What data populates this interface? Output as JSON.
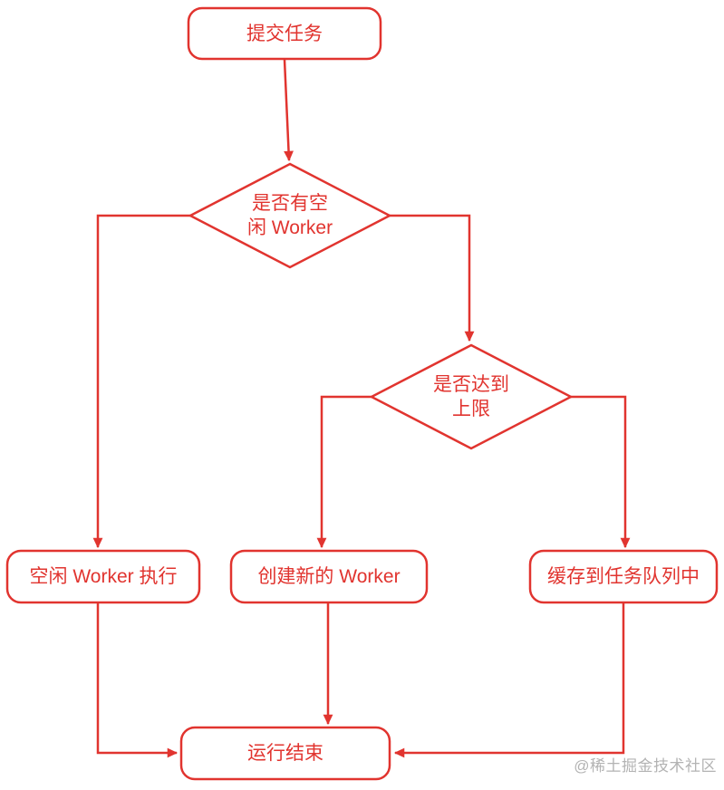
{
  "colors": {
    "accent": "#e1342f",
    "watermark": "#b3b3b3",
    "background": "#ffffff"
  },
  "diagram": {
    "type": "flowchart",
    "nodes": {
      "submit": {
        "label": "提交任务",
        "shape": "rounded-rect"
      },
      "idle_decision": {
        "line1": "是否有空",
        "line2": "闲 Worker",
        "shape": "diamond"
      },
      "limit_decision": {
        "line1": "是否达到",
        "line2": "上限",
        "shape": "diamond"
      },
      "idle_exec": {
        "label": "空闲 Worker 执行",
        "shape": "rounded-rect"
      },
      "create_worker": {
        "label": "创建新的 Worker",
        "shape": "rounded-rect"
      },
      "queue_cache": {
        "label": "缓存到任务队列中",
        "shape": "rounded-rect"
      },
      "finish": {
        "label": "运行结束",
        "shape": "rounded-rect"
      }
    },
    "edges": [
      {
        "from": "submit",
        "to": "idle_decision"
      },
      {
        "from": "idle_decision",
        "to": "idle_exec"
      },
      {
        "from": "idle_decision",
        "to": "limit_decision"
      },
      {
        "from": "limit_decision",
        "to": "create_worker"
      },
      {
        "from": "limit_decision",
        "to": "queue_cache"
      },
      {
        "from": "idle_exec",
        "to": "finish"
      },
      {
        "from": "create_worker",
        "to": "finish"
      },
      {
        "from": "queue_cache",
        "to": "finish"
      }
    ]
  },
  "watermark": {
    "text": "@稀土掘金技术社区"
  }
}
